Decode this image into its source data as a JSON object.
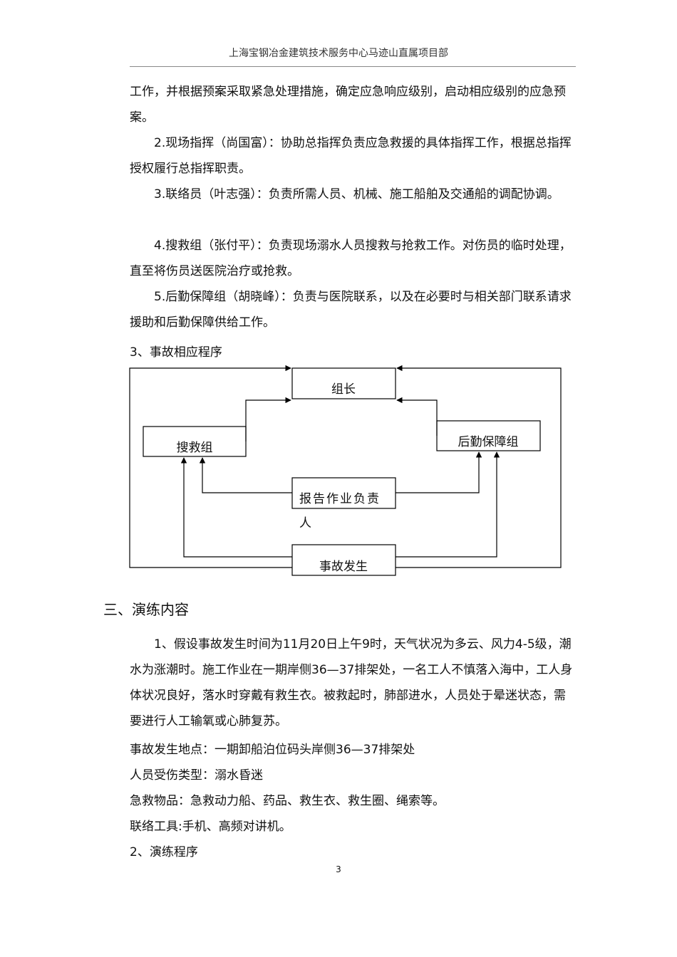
{
  "header": {
    "title": "上海宝钢冶金建筑技术服务中心马迹山直属项目部"
  },
  "body": {
    "p1": "工作，并根据预案采取紧急处理措施，确定应急响应级别，启动相应级别的应急预案。",
    "p2": "2.现场指挥（尚国富）：协助总指挥负责应急救援的具体指挥工作，根据总指挥授权履行总指挥职责。",
    "p3": "3.联络员（叶志强）：负责所需人员、机械、施工船舶及交通船的调配协调。",
    "p4": "4.搜救组（张付平）：负责现场溺水人员搜救与抢救工作。对伤员的临时处理，直至将伤员送医院治疗或抢救。",
    "p5": "5.后勤保障组（胡晓峰）：负责与医院联系，以及在必要时与相关部门联系请求援助和后勤保障供给工作。",
    "subheading_3": "3、事故相应程序"
  },
  "flowchart": {
    "leader": "组长",
    "search_group": "搜救组",
    "logistics_group": "后勤保障组",
    "report_line1": "报告作业负责",
    "report_line2": "人",
    "accident": "事故发生"
  },
  "section3": {
    "title": "三、演练内容",
    "p1": "1、假设事故发生时间为11月20日上午9时，天气状况为多云、风力4-5级，潮水为涨潮时。施工作业在一期岸侧36—37排架处，一名工人不慎落入海中，工人身体状况良好，落水时穿戴有救生衣。被救起时，肺部进水，人员处于晕迷状态，需要进行人工输氧或心肺复苏。",
    "location": "事故发生地点：一期卸船泊位码头岸侧36—37排架处",
    "injury_type": "人员受伤类型：溺水昏迷",
    "supplies": "急救物品：急救动力船、药品、救生衣、救生圈、绳索等。",
    "comm_tools": "联络工具:手机、高频对讲机。",
    "subheading_2": "2、演练程序"
  },
  "footer": {
    "page_number": "3"
  }
}
